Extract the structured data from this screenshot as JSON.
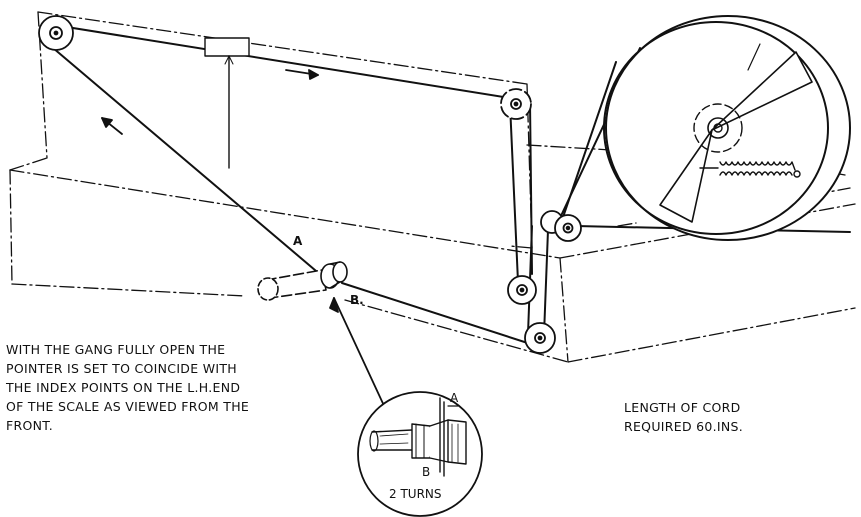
{
  "labels": {
    "cord_point_a": "A",
    "cord_point_b": "B.",
    "inset_point_a": "A",
    "inset_point_b": "B",
    "inset_turns": "2 TURNS"
  },
  "notes": {
    "left": [
      "WITH THE GANG FULLY OPEN THE",
      "POINTER IS SET TO COINCIDE WITH",
      "THE INDEX POINTS ON THE L.H.END",
      "OF THE SCALE AS VIEWED FROM THE",
      "FRONT."
    ],
    "right": [
      "LENGTH OF CORD",
      "REQUIRED 60.INS."
    ]
  }
}
